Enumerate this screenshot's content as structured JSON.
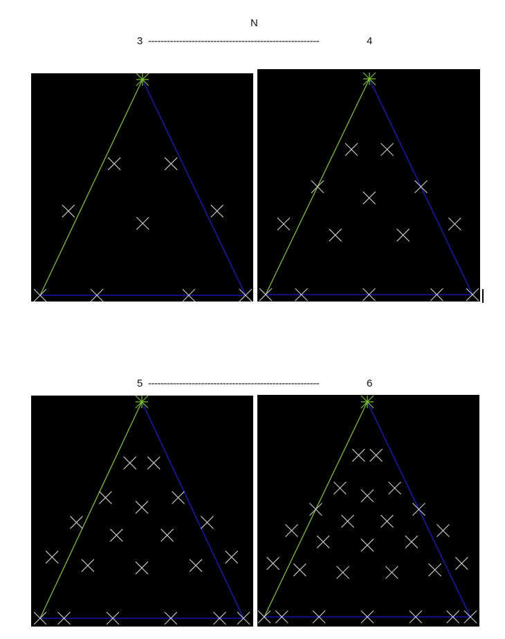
{
  "header": {
    "title": "N"
  },
  "rows": [
    {
      "left_label": "3",
      "dash_line": "-------------------------------------------------------",
      "right_label": "4"
    },
    {
      "left_label": "5",
      "dash_line": "-------------------------------------------------------",
      "right_label": "6"
    }
  ],
  "panels": [
    {
      "n": 3
    },
    {
      "n": 4
    },
    {
      "n": 5
    },
    {
      "n": 6
    }
  ],
  "colors": {
    "background": "#000000",
    "left_edge": "#7ac32a",
    "right_edge": "#1a1ad6",
    "base_edge": "#1a1ad6",
    "node_marker": "#c8c8c8",
    "apex_marker": "#7ac32a"
  }
}
